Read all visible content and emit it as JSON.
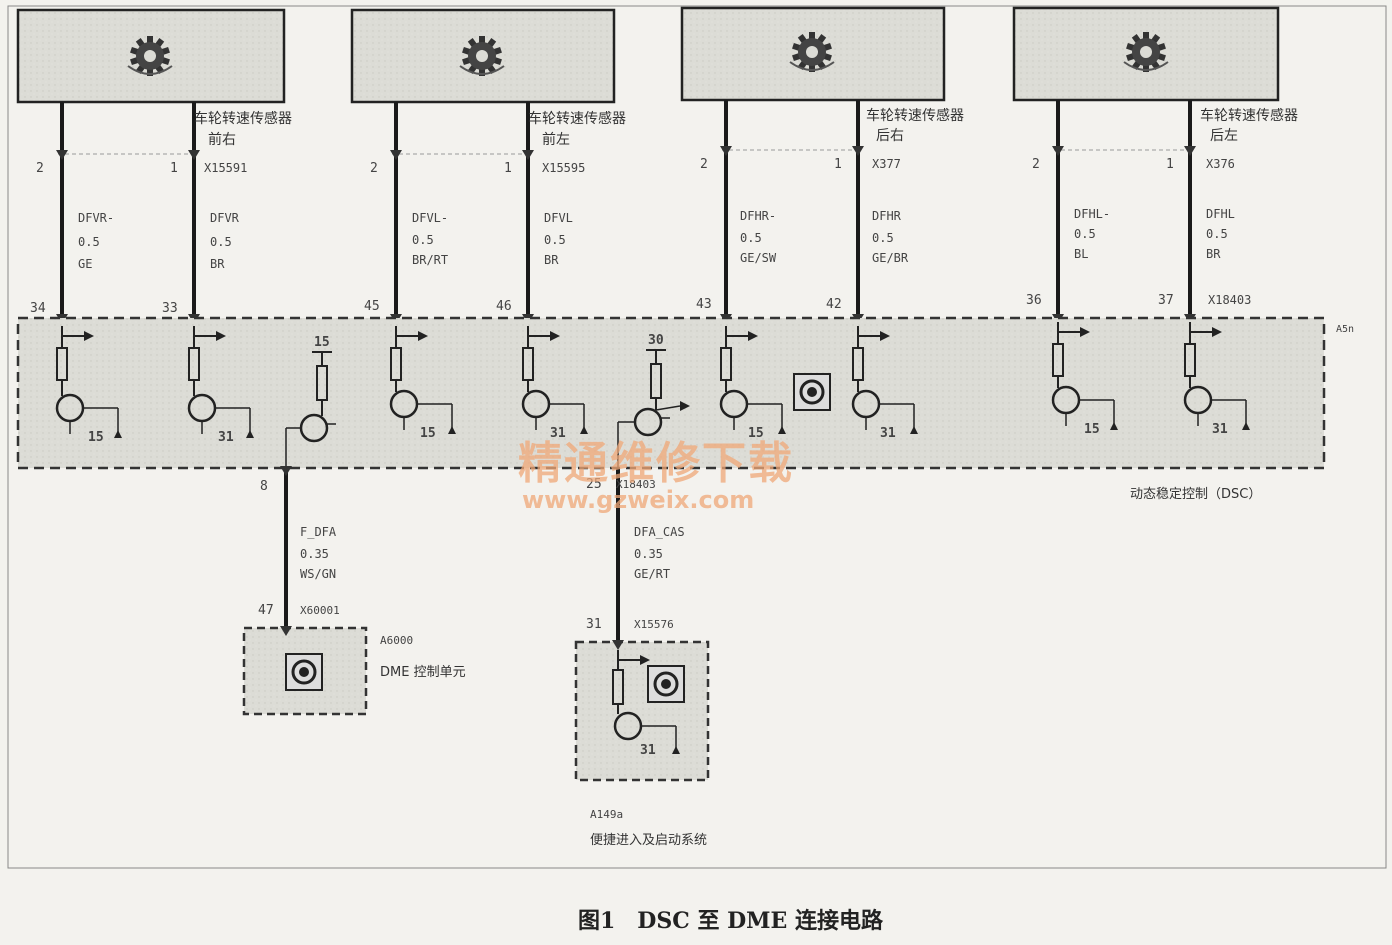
{
  "sensors": [
    {
      "title": "车轮转速传感器",
      "pos": "前右",
      "conn": "X15591",
      "pin_a": "2",
      "pin_b": "1",
      "wire_a": [
        "DFVR-",
        "0.5",
        "GE"
      ],
      "wire_b": [
        "DFVR",
        "0.5",
        "BR"
      ],
      "dsc_a": "34",
      "dsc_b": "33"
    },
    {
      "title": "车轮转速传感器",
      "pos": "前左",
      "conn": "X15595",
      "pin_a": "2",
      "pin_b": "1",
      "wire_a": [
        "DFVL-",
        "0.5",
        "BR/RT"
      ],
      "wire_b": [
        "DFVL",
        "0.5",
        "BR"
      ],
      "dsc_a": "45",
      "dsc_b": "46"
    },
    {
      "title": "车轮转速传感器",
      "pos": "后右",
      "conn": "X377",
      "pin_a": "2",
      "pin_b": "1",
      "wire_a": [
        "DFHR-",
        "0.5",
        "GE/SW"
      ],
      "wire_b": [
        "DFHR",
        "0.5",
        "GE/BR"
      ],
      "dsc_a": "43",
      "dsc_b": "42"
    },
    {
      "title": "车轮转速传感器",
      "pos": "后左",
      "conn": "X376",
      "pin_a": "2",
      "pin_b": "1",
      "wire_a": [
        "DFHL-",
        "0.5",
        "BL"
      ],
      "wire_b": [
        "DFHL",
        "0.5",
        "BR"
      ],
      "dsc_a": "36",
      "dsc_b": "37",
      "dsc_conn": "X18403"
    }
  ],
  "dsc": {
    "id": "A5n",
    "label": "动态稳定控制（DSC）",
    "inner_labels": [
      "15",
      "31",
      "15",
      "15",
      "31",
      "15",
      "31",
      "15",
      "31"
    ],
    "supply_labels": [
      "15",
      "30"
    ]
  },
  "dme_line": {
    "dsc_pin": "8",
    "wire": [
      "F_DFA",
      "0.35",
      "WS/GN"
    ],
    "pin": "47",
    "conn": "X60001"
  },
  "cas_line": {
    "dsc_pin": "25",
    "conn_top": "X18403",
    "wire": [
      "DFA_CAS",
      "0.35",
      "GE/RT"
    ],
    "pin": "31",
    "conn": "X15576"
  },
  "dme": {
    "id": "A6000",
    "label": "DME 控制单元"
  },
  "cas": {
    "id": "A149a",
    "label": "便捷进入及启动系统",
    "ground": "31"
  },
  "watermark": {
    "cn": "精通维修下载",
    "url": "www.gzweix.com"
  },
  "caption": "图1　DSC 至 DME 连接电路"
}
